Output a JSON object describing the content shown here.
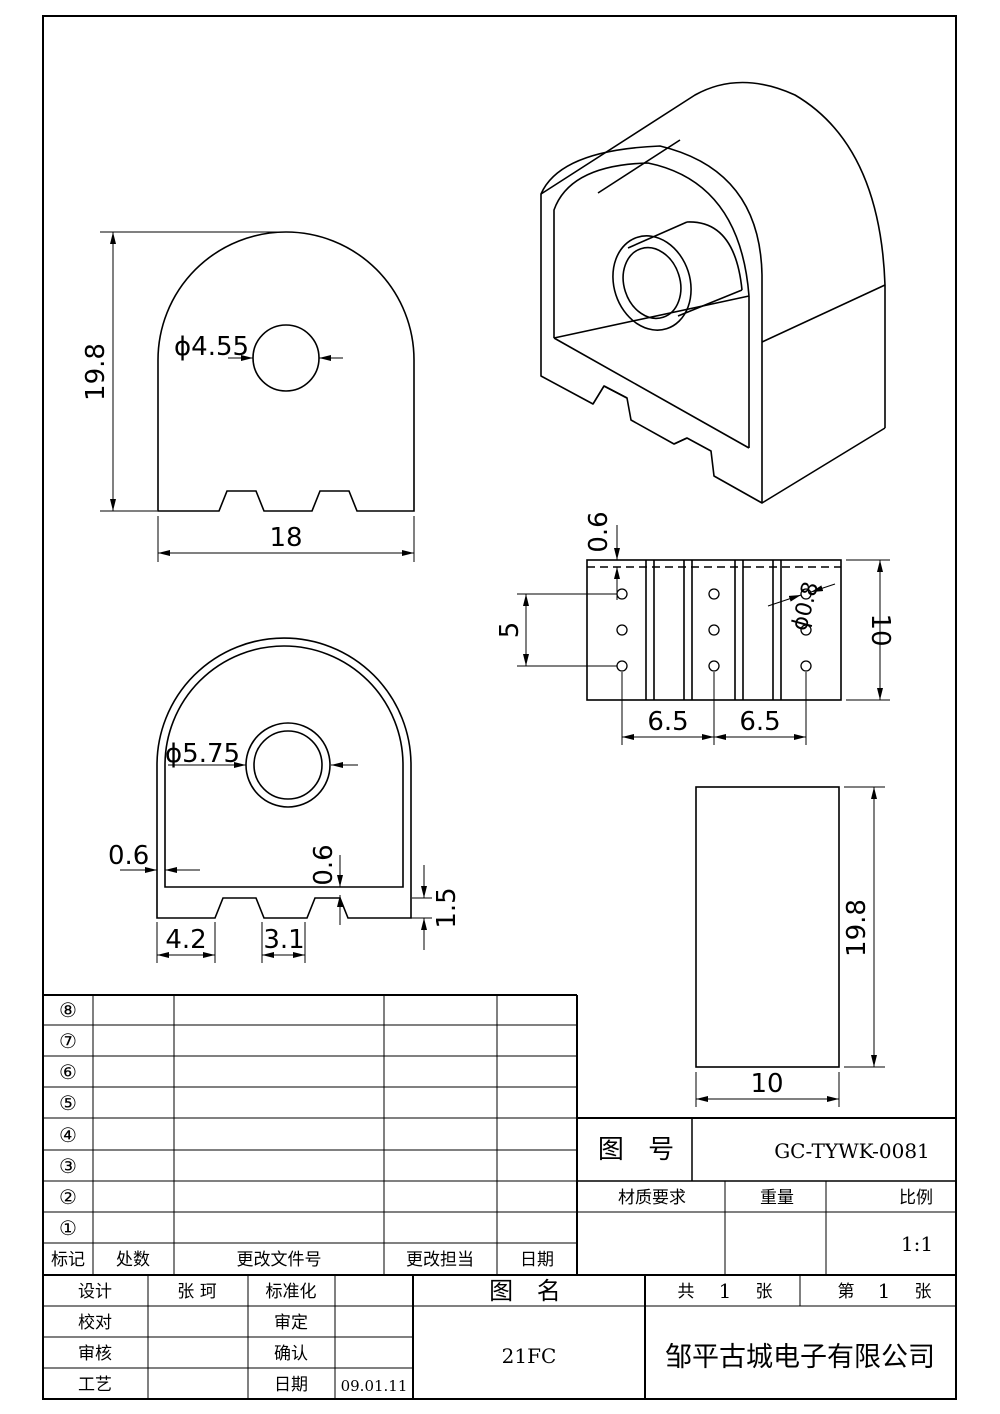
{
  "dimensions": {
    "front_height": "19.8",
    "front_width": "18",
    "front_hole_dia": "ϕ4.55",
    "section_hole_dia": "ϕ5.75",
    "section_wall_left": "0.6",
    "section_wall_bottom": "0.6",
    "section_notch_height": "1.5",
    "section_foot_width": "4.2",
    "section_notch_width": "3.1",
    "bottom_top_offset": "0.6",
    "bottom_hole_span": "5",
    "bottom_depth": "10",
    "bottom_pitch_1": "6.5",
    "bottom_pitch_2": "6.5",
    "bottom_pin_dia": "ϕ0.8",
    "side_height": "19.8",
    "side_width": "10"
  },
  "revision_table": {
    "row_markers": [
      "⑧",
      "⑦",
      "⑥",
      "⑤",
      "④",
      "③",
      "②",
      "①"
    ],
    "headers": [
      "标记",
      "处数",
      "更改文件号",
      "更改担当",
      "日期"
    ]
  },
  "title_block": {
    "drawing_no_label": "图 号",
    "drawing_no": "GC-TYWK-0081",
    "material_label": "材质要求",
    "weight_label": "重量",
    "scale_label": "比例",
    "scale": "1:1",
    "design_label": "设计",
    "designer": "张 珂",
    "standard_label": "标准化",
    "check_label": "校对",
    "review_label": "审核",
    "approve_label": "审定",
    "confirm_label": "确认",
    "process_label": "工艺",
    "date_label": "日期",
    "date": "09.01.11",
    "name_label": "图 名",
    "part_name": "21FC",
    "total_prefix": "共",
    "total_sheets": "1",
    "sheet_unit": "张",
    "sheet_prefix": "第",
    "sheet_no": "1",
    "company": "邹平古城电子有限公司"
  }
}
